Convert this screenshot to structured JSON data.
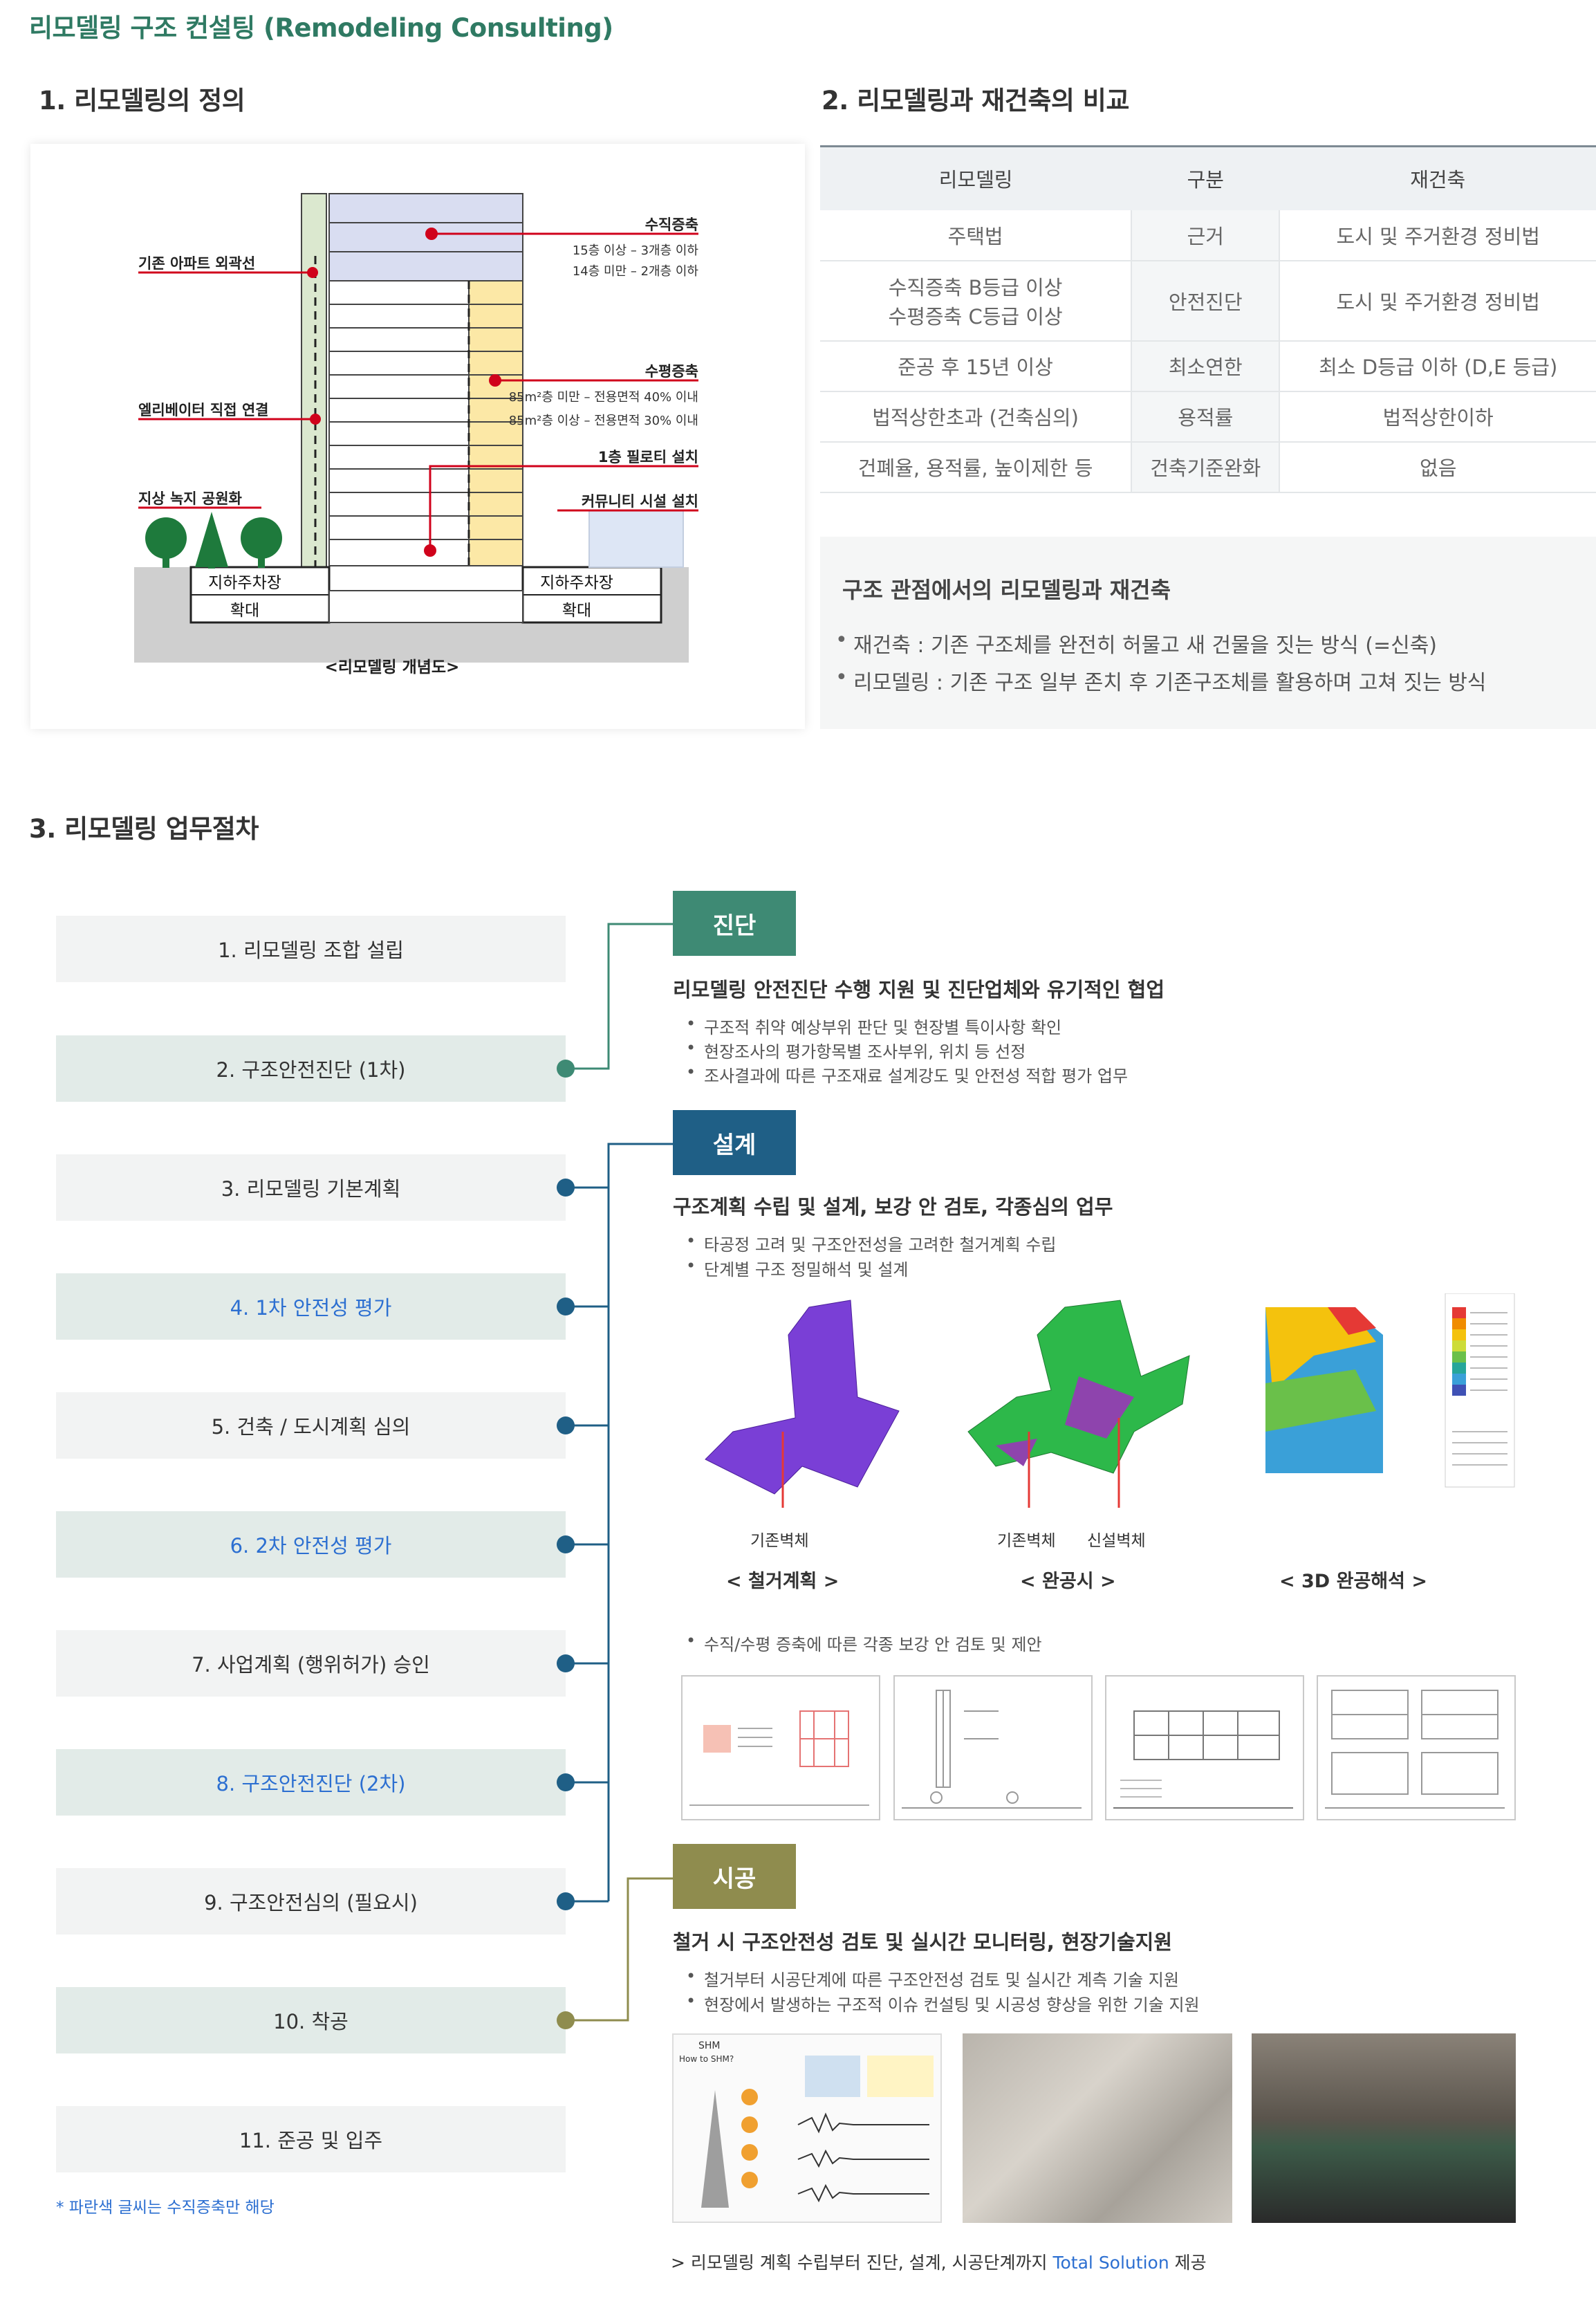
{
  "page_title": "리모델링 구조 컨설팅 (Remodeling Consulting)",
  "section1": {
    "title": "1. 리모델링의 정의",
    "labels": {
      "vertical": "수직증축",
      "vertical_rule1": "15층 이상 – 3개층 이하",
      "vertical_rule2": "14층 미만 – 2개층 이하",
      "outer_line": "기존 아파트 외곽선",
      "horizontal": "수평증축",
      "horiz_rule1": "85m²층 미만 – 전용면적 40% 이내",
      "horiz_rule2": "85m²층 이상 – 전용면적 30% 이내",
      "elevator": "엘리베이터 직접 연결",
      "piloti": "1층 필로티 설치",
      "park": "지상 녹지 공원화",
      "community": "커뮤니티 시설 설치",
      "parking_left_1": "지하주차장",
      "parking_left_2": "확대",
      "parking_right_1": "지하주차장",
      "parking_right_2": "확대",
      "caption": "<리모델링 개념도>"
    }
  },
  "section2": {
    "title": "2. 리모델링과 재건축의 비교",
    "headers": [
      "리모델링",
      "구분",
      "재건축"
    ],
    "rows": [
      {
        "left": [
          "주택법"
        ],
        "mid": "근거",
        "right": "도시 및 주거환경 정비법"
      },
      {
        "left": [
          "수직증축 B등급 이상",
          "수평증축 C등급 이상"
        ],
        "mid": "안전진단",
        "right": "도시 및 주거환경 정비법"
      },
      {
        "left": [
          "준공 후 15년 이상"
        ],
        "mid": "최소연한",
        "right": "최소 D등급 이하 (D,E 등급)"
      },
      {
        "left": [
          "법적상한초과 (건축심의)"
        ],
        "mid": "용적률",
        "right": "법적상한이하"
      },
      {
        "left": [
          "건폐율, 용적률, 높이제한 등"
        ],
        "mid": "건축기준완화",
        "right": "없음"
      }
    ],
    "note": {
      "title": "구조 관점에서의 리모델링과 재건축",
      "items": [
        "재건축 : 기존 구조체를 완전히 허물고 새 건물을 짓는 방식 (=신축)",
        "리모델링 : 기존 구조 일부 존치 후 기존구조체를 활용하며 고쳐 짓는 방식"
      ]
    }
  },
  "section3": {
    "title": "3. 리모델링 업무절차",
    "steps": [
      {
        "label": "1. 리모델링 조합 설립",
        "style": "plain"
      },
      {
        "label": "2. 구조안전진단 (1차)",
        "style": "hl"
      },
      {
        "label": "3. 리모델링 기본계획",
        "style": "plain"
      },
      {
        "label": "4. 1차 안전성 평가",
        "style": "hl-blue"
      },
      {
        "label": "5. 건축 / 도시계획 심의",
        "style": "plain"
      },
      {
        "label": "6. 2차 안전성 평가",
        "style": "hl-blue"
      },
      {
        "label": "7. 사업계획 (행위허가) 승인",
        "style": "plain"
      },
      {
        "label": "8. 구조안전진단 (2차)",
        "style": "hl-blue"
      },
      {
        "label": "9. 구조안전심의 (필요시)",
        "style": "plain"
      },
      {
        "label": "10. 착공",
        "style": "hl"
      },
      {
        "label": "11. 준공 및 입주",
        "style": "plain"
      }
    ],
    "footnote": "* 파란색 글씨는 수직증축만 해당",
    "phases": {
      "diagnosis": {
        "tag": "진단",
        "color": "#3e8a74",
        "heading": "리모델링 안전진단 수행 지원 및 진단업체와 유기적인 협업",
        "bullets": [
          "구조적 취약 예상부위 판단 및 현장별 특이사항 확인",
          "현장조사의 평가항목별 조사부위, 위치 등 선정",
          "조사결과에 따른 구조재료 설계강도 및 안전성 적합 평가 업무"
        ]
      },
      "design": {
        "tag": "설계",
        "color": "#1f5f86",
        "heading": "구조계획 수립 및 설계, 보강 안 검토, 각종심의 업무",
        "bullets": [
          "타공정 고려 및 구조안전성을 고려한 철거계획 수립",
          "단계별 구조 정밀해석 및 설계"
        ],
        "figures": {
          "fig1_label": "기존벽체",
          "fig1_caption": "< 철거계획 >",
          "fig2_label_a": "기존벽체",
          "fig2_label_b": "신설벽체",
          "fig2_caption": "< 완공시 >",
          "fig3_caption": "< 3D 완공해석 >"
        },
        "extra_bullet": "수직/수평 증축에 따른 각종 보강 안 검토 및 제안"
      },
      "construction": {
        "tag": "시공",
        "color": "#8f8c4e",
        "heading": "철거 시 구조안전성 검토 및 실시간 모니터링, 현장기술지원",
        "bullets": [
          "철거부터 시공단계에 따른 구조안전성 검토 및 실시간 계측 기술 지원",
          "현장에서 발생하는 구조적 이슈 컨설팅 및 시공성 향상을 위한 기술 지원"
        ],
        "shm_label": "SHM",
        "shm_sub": "How to SHM?"
      }
    },
    "total_solution": {
      "prefix": "> 리모델링 계획 수립부터 진단, 설계, 시공단계까지 ",
      "highlight": "Total Solution",
      "suffix": " 제공"
    }
  }
}
